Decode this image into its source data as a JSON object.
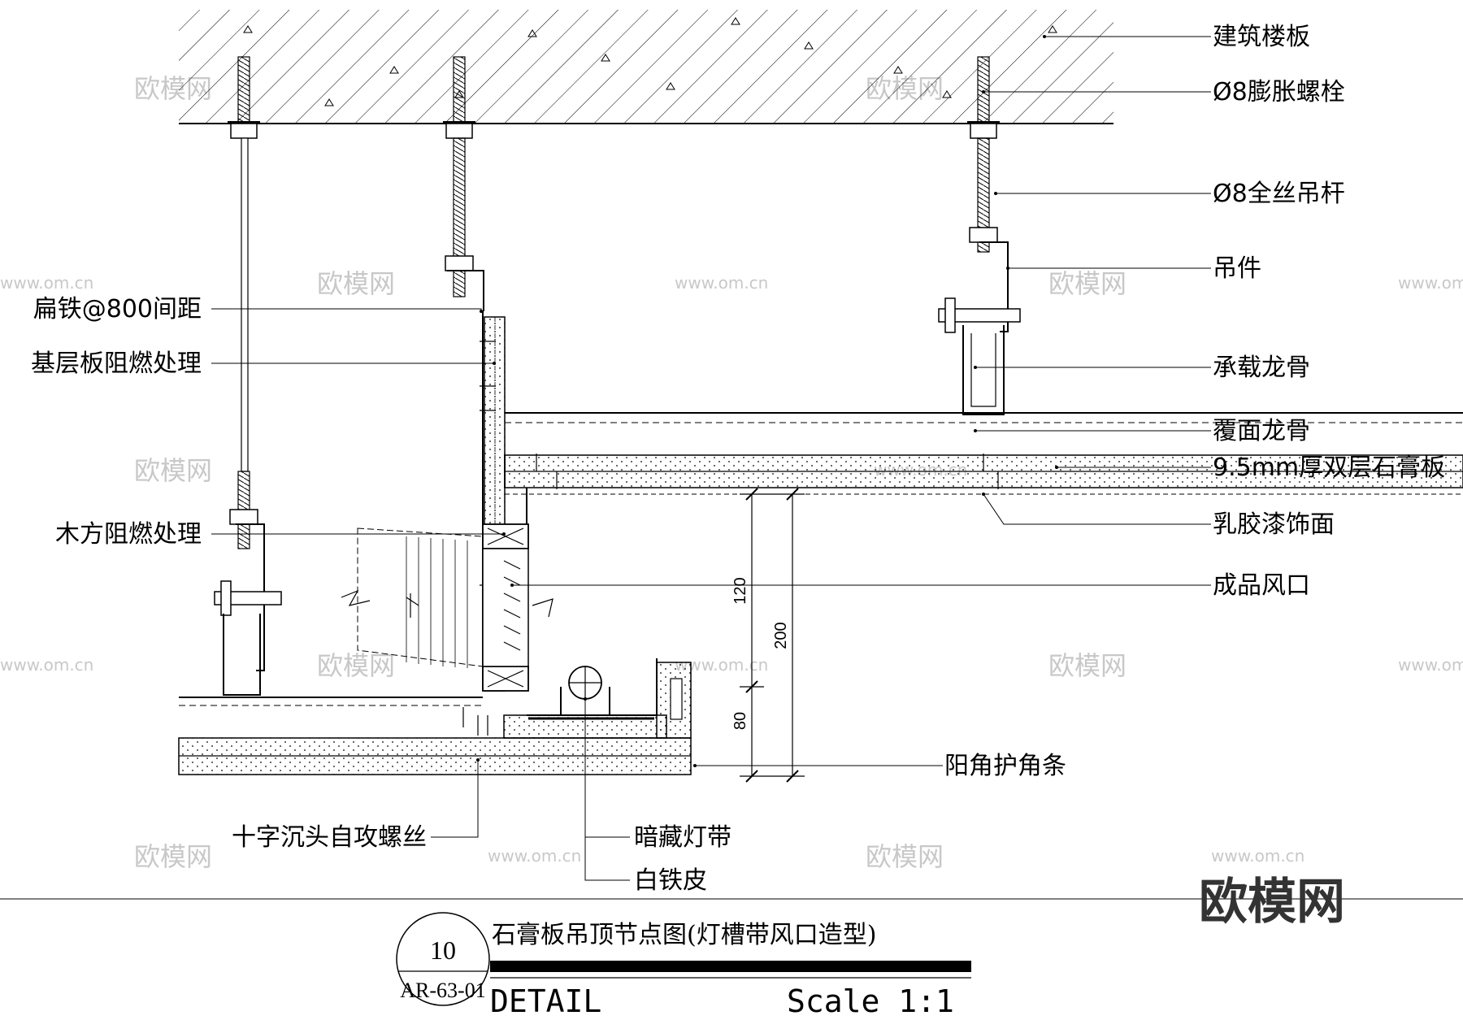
{
  "labels_right": [
    {
      "text": "建筑楼板"
    },
    {
      "text": "Ø8膨胀螺栓"
    },
    {
      "text": "Ø8全丝吊杆"
    },
    {
      "text": "吊件"
    },
    {
      "text": "承载龙骨"
    },
    {
      "text": "覆面龙骨"
    },
    {
      "text": "9.5mm厚双层石膏板"
    },
    {
      "text": "乳胶漆饰面"
    },
    {
      "text": "成品风口"
    },
    {
      "text": "阳角护角条"
    }
  ],
  "labels_left": [
    {
      "text": "扁铁@800间距"
    },
    {
      "text": "基层板阻燃处理"
    },
    {
      "text": "木方阻燃处理"
    },
    {
      "text": "十字沉头自攻螺丝"
    }
  ],
  "labels_bottom": [
    {
      "text": "暗藏灯带"
    },
    {
      "text": "白铁皮"
    }
  ],
  "dimensions": {
    "d120": "120",
    "d200": "200",
    "d80": "80"
  },
  "title_block": {
    "title": "石膏板吊顶节点图(灯槽带风口造型)",
    "detail": "DETAIL",
    "scale": "Scale 1:1",
    "number": "10",
    "sheet": "AR-63-01"
  },
  "watermark": {
    "text": "欧模网",
    "url": "www.om.cn"
  },
  "logo": "欧模网"
}
